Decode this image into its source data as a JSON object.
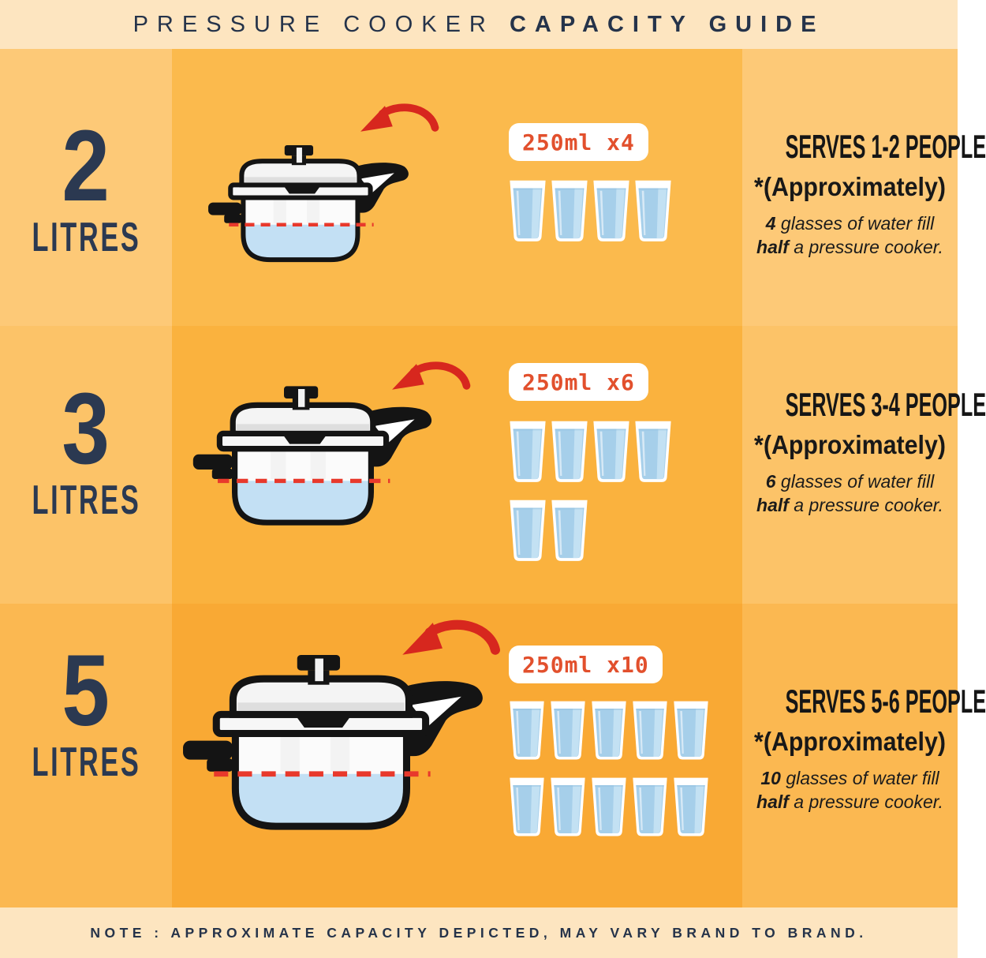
{
  "header": {
    "title_light": "PRESSURE COOKER",
    "title_bold": "CAPACITY GUIDE"
  },
  "footer": {
    "note": "NOTE : APPROXIMATE CAPACITY DEPICTED, MAY VARY BRAND TO BRAND."
  },
  "colors": {
    "bar_background": "#FDE5C0",
    "navy_text": "#2B3951",
    "row1_side": "#FDC977",
    "row1_middle": "#FBBA4D",
    "row2_side": "#FCC368",
    "row2_middle": "#FAB23E",
    "row3_side": "#FBB851",
    "row3_middle": "#F9A934",
    "label_red": "#E2502D",
    "arrow_red": "#D7271E",
    "dash_red": "#E8392C",
    "glass_water_blue": "#A6CFEA",
    "cooker_water_blue": "#C3E0F4"
  },
  "rows": [
    {
      "number": "2",
      "unit": "LITRES",
      "cup_label": "250ml x4",
      "glass_lines": [
        4
      ],
      "serves": "SERVES 1-2 PEOPLE",
      "approx": "*(Approximately)",
      "desc": {
        "bold1": "4",
        "text1": " glasses of water fill",
        "bold2": "half",
        "text2": " a pressure cooker."
      }
    },
    {
      "number": "3",
      "unit": "LITRES",
      "cup_label": "250ml x6",
      "glass_lines": [
        4,
        2
      ],
      "serves": "SERVES 3-4 PEOPLE",
      "approx": "*(Approximately)",
      "desc": {
        "bold1": "6",
        "text1": " glasses of water fill",
        "bold2": "half",
        "text2": " a pressure cooker."
      }
    },
    {
      "number": "5",
      "unit": "LITRES",
      "cup_label": "250ml x10",
      "glass_lines": [
        5,
        5
      ],
      "serves": "SERVES 5-6 PEOPLE",
      "approx": "*(Approximately)",
      "desc": {
        "bold1": "10",
        "text1": " glasses of water fill",
        "bold2": "half",
        "text2": " a pressure cooker."
      }
    }
  ]
}
